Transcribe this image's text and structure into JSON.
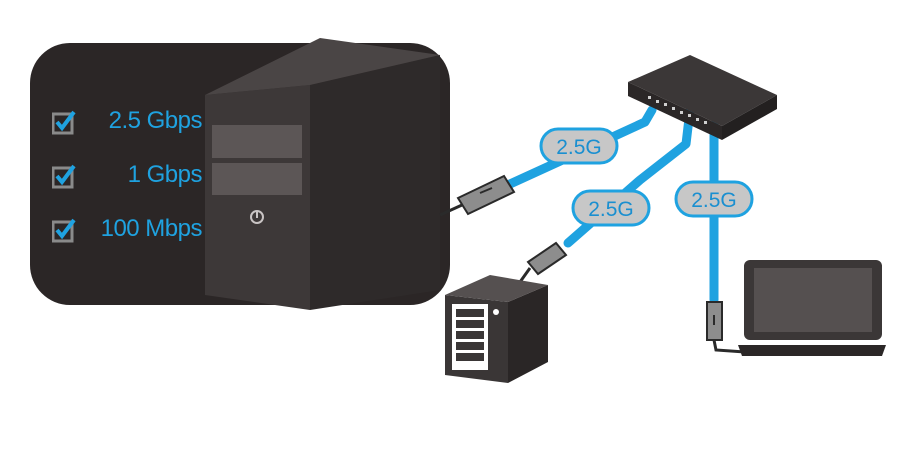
{
  "speeds": [
    {
      "label": "2.5 Gbps",
      "checked": true
    },
    {
      "label": "1 Gbps",
      "checked": true
    },
    {
      "label": "100 Mbps",
      "checked": true
    }
  ],
  "links": [
    {
      "label": "2.5G",
      "target": "desktop"
    },
    {
      "label": "2.5G",
      "target": "nas"
    },
    {
      "label": "2.5G",
      "target": "laptop"
    }
  ],
  "colors": {
    "cable": "#1fa2e0",
    "panel": "#2b2626",
    "badge_fill": "#c7c7c7",
    "badge_text": "#1a8fd0"
  }
}
